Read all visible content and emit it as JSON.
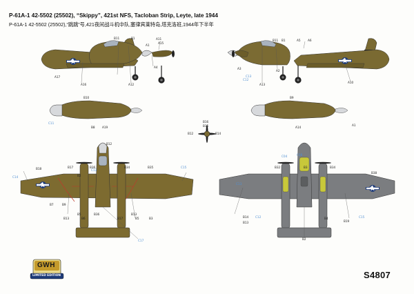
{
  "header": {
    "title_en": "P-61A-1 42-5502 (25502), “Skippy”, 421st NFS, Tacloban Strip, Leyte, late 1944",
    "title_cn": "P-61A-1 42-5502 (25502),“跳跳”号,421夜间战斗机中队,塞律宾莱特岛,塔克洛班,1944年下半年"
  },
  "sheet_code": "S4807",
  "logo": {
    "brand": "GWH",
    "ribbon": "LIMITED EDITION"
  },
  "colors": {
    "olive_drab": "#7a6a32",
    "neutral_gray": "#7b7d80",
    "red_outline": "#c0392b",
    "insignia_blue": "#1d3a78",
    "zinc_chromate_yellow": "#c8c83a",
    "callout_blue": "#4f8fd2"
  }
}
